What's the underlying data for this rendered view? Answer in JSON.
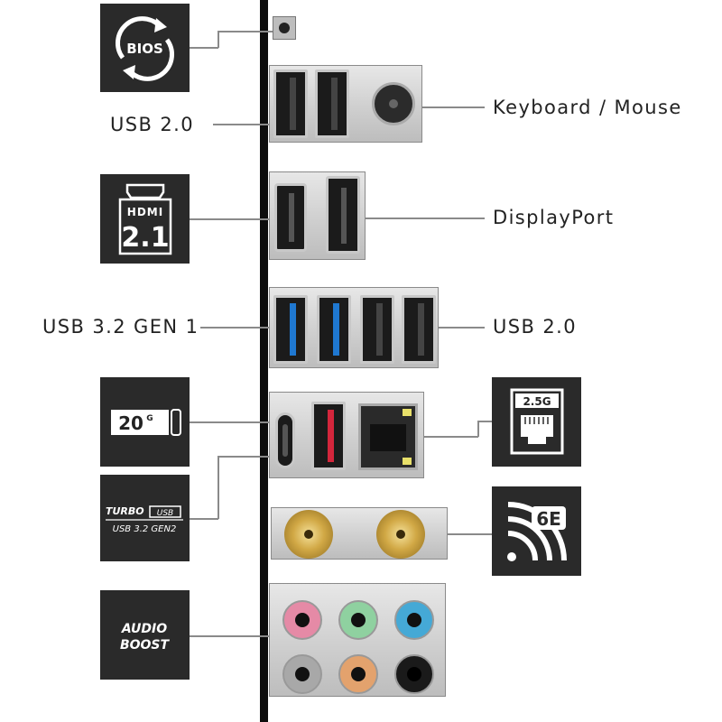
{
  "labels": {
    "usb20_top": "USB 2.0",
    "keyboard_mouse": "Keyboard / Mouse",
    "displayport": "DisplayPort",
    "usb32_gen1": "USB 3.2 GEN 1",
    "usb20_mid": "USB 2.0"
  },
  "badges": {
    "bios": "BIOS",
    "hdmi_word": "HDMI",
    "hdmi_version": "2.1",
    "usbc_speed": "20",
    "usbc_unit": "G",
    "turbo_word": "TURBO",
    "turbo_usb": "USB",
    "turbo_gen": "USB 3.2 GEN2",
    "lan_speed": "2.5G",
    "wifi_gen": "6E",
    "audio_line1": "AUDIO",
    "audio_line2": "BOOST"
  },
  "colors": {
    "badge_bg": "#2a2a2a",
    "usb3_blue": "#1f78d1",
    "usb_red": "#d4263c",
    "audio_pink": "#e58aa6",
    "audio_green": "#8fd1a0",
    "audio_blue": "#45a9d6",
    "audio_gray": "#a8a8a8",
    "audio_orange": "#e3a26d",
    "audio_black": "#1a1a1a"
  }
}
